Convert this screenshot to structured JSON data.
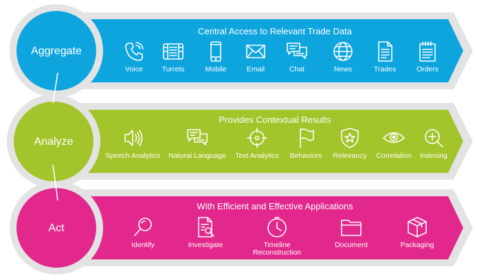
{
  "colors": {
    "blue": "#0ea5df",
    "green": "#a3c42a",
    "magenta": "#e2288c",
    "frame": "#e3e3e3",
    "connector": "#ffffff"
  },
  "rows": [
    {
      "circle_label": "Aggregate",
      "title": "Central Access to Relevant Trade Data",
      "items": [
        {
          "label": "Voice",
          "icon": "phone-icon"
        },
        {
          "label": "Turrets",
          "icon": "turret-icon"
        },
        {
          "label": "Mobile",
          "icon": "mobile-icon"
        },
        {
          "label": "Email",
          "icon": "email-icon"
        },
        {
          "label": "Chat",
          "icon": "chat-icon"
        },
        {
          "label": "News",
          "icon": "globe-icon"
        },
        {
          "label": "Trades",
          "icon": "document-icon"
        },
        {
          "label": "Orders",
          "icon": "notepad-icon"
        }
      ]
    },
    {
      "circle_label": "Analyze",
      "title": "Provides Contextual Results",
      "items": [
        {
          "label": "Speech Analytics",
          "icon": "speaker-icon"
        },
        {
          "label": "Natural Language",
          "icon": "chat-icon"
        },
        {
          "label": "Text Analytics",
          "icon": "target-icon"
        },
        {
          "label": "Behaviors",
          "icon": "flag-icon"
        },
        {
          "label": "Relevancy",
          "icon": "shield-star-icon"
        },
        {
          "label": "Correlation",
          "icon": "eye-icon"
        },
        {
          "label": "Indexing",
          "icon": "magnifier-plus-icon"
        }
      ]
    },
    {
      "circle_label": "Act",
      "title": "With Efficient and Effective Applications",
      "items": [
        {
          "label": "Identify",
          "icon": "magnifier-icon"
        },
        {
          "label": "Investigate",
          "icon": "document-search-icon"
        },
        {
          "label": "Timeline\nReconstruction",
          "icon": "clock-icon"
        },
        {
          "label": "Document",
          "icon": "folder-icon"
        },
        {
          "label": "Packaging",
          "icon": "box-icon"
        }
      ]
    }
  ]
}
